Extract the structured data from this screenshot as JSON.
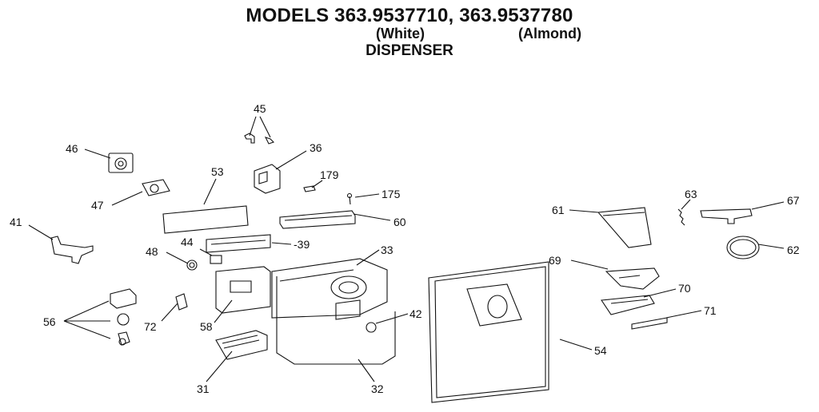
{
  "header": {
    "title": "MODELS 363.9537710, 363.9537780",
    "white": "(White)",
    "almond": "(Almond)",
    "section": "DISPENSER"
  },
  "callouts": [
    "45",
    "46",
    "36",
    "53",
    "179",
    "175",
    "47",
    "60",
    "41",
    "44",
    "-39",
    "48",
    "33",
    "61",
    "63",
    "67",
    "62",
    "69",
    "70",
    "71",
    "42",
    "56",
    "72",
    "58",
    "54",
    "31",
    "32"
  ]
}
